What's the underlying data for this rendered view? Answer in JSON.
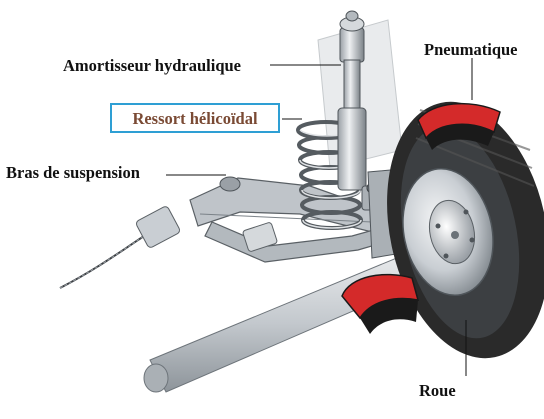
{
  "labels": {
    "amortisseur": "Amortisseur hydraulique",
    "ressort": "Ressort hélicoïdal",
    "bras": "Bras de suspension",
    "pneumatique": "Pneumatique",
    "roue": "Roue"
  },
  "colors": {
    "highlight_border": "#2e9fd4",
    "highlight_text": "#7a4a34",
    "tyre_cutaway": "#d42a2a",
    "tyre": "#2a2a2a",
    "metal": "#c9ced3"
  }
}
